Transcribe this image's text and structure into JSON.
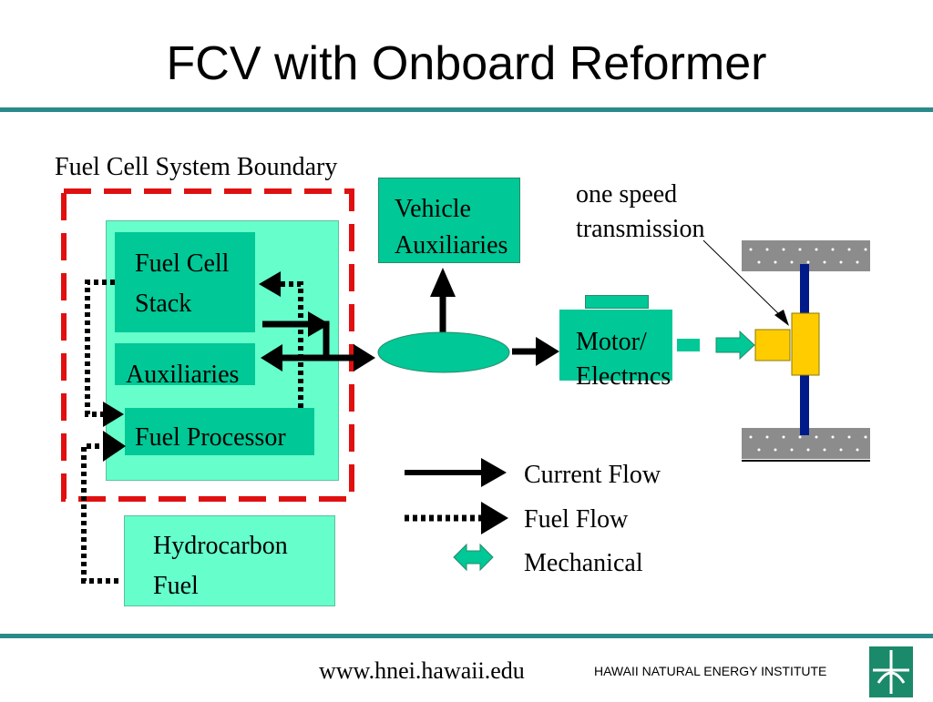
{
  "title": "FCV with Onboard Reformer",
  "boundary_label": "Fuel Cell System Boundary",
  "vehicle_auxiliaries": [
    "Vehicle",
    "Auxiliaries"
  ],
  "transmission_label": [
    "one speed",
    "transmission"
  ],
  "fuel_cell_stack": [
    "Fuel Cell",
    "Stack"
  ],
  "auxiliaries": "Auxiliaries",
  "fuel_processor": "Fuel Processor",
  "motor": [
    "Motor/",
    "Electrncs"
  ],
  "hydrocarbon_fuel": [
    "Hydrocarbon",
    "Fuel"
  ],
  "legend": {
    "current": "Current Flow",
    "fuel": "Fuel Flow",
    "mechanical": "Mechanical"
  },
  "footer": {
    "url": "www.hnei.hawaii.edu",
    "institute": "HAWAII NATURAL ENERGY INSTITUTE"
  },
  "colors": {
    "box_fill": "#00c896",
    "system_fill": "#66ffcc",
    "boundary": "#e01010",
    "rule": "#2a8a8a",
    "gear": "#ffcc00",
    "axle": "#001a8a"
  }
}
